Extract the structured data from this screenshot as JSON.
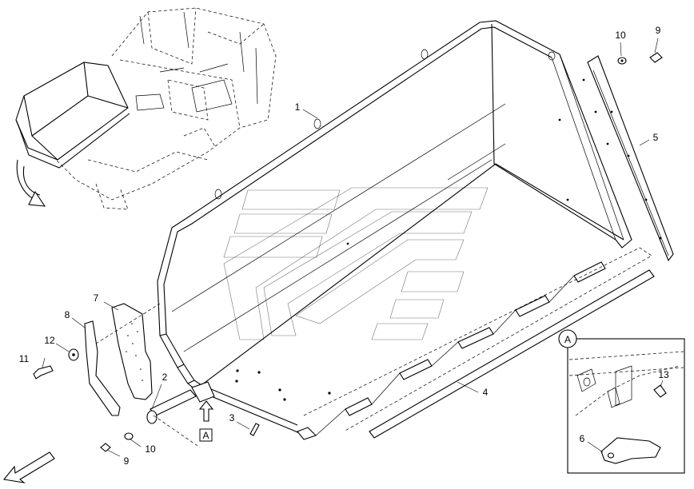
{
  "callouts": {
    "c1": "1",
    "c2": "2",
    "c3": "3",
    "c4": "4",
    "c5": "5",
    "c6": "6",
    "c7": "7",
    "c8": "8",
    "c9a": "9",
    "c9b": "9",
    "c10a": "10",
    "c10b": "10",
    "c11": "11",
    "c12": "12",
    "c13": "13"
  },
  "view_marker": "A",
  "detail_marker": "A",
  "icons": {
    "arrow": "curved-arrow-icon",
    "direction": "forward-direction-arrow-icon"
  }
}
